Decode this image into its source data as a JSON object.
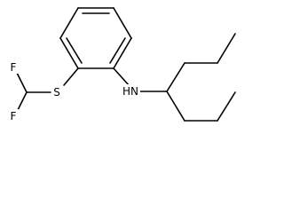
{
  "molecule": {
    "atoms": {
      "f_top": "F",
      "f_bottom": "F",
      "sulfur": "S",
      "amine": "HN"
    },
    "colors": {
      "bond": "#000000",
      "label": "#000000",
      "background": "#ffffff"
    }
  }
}
